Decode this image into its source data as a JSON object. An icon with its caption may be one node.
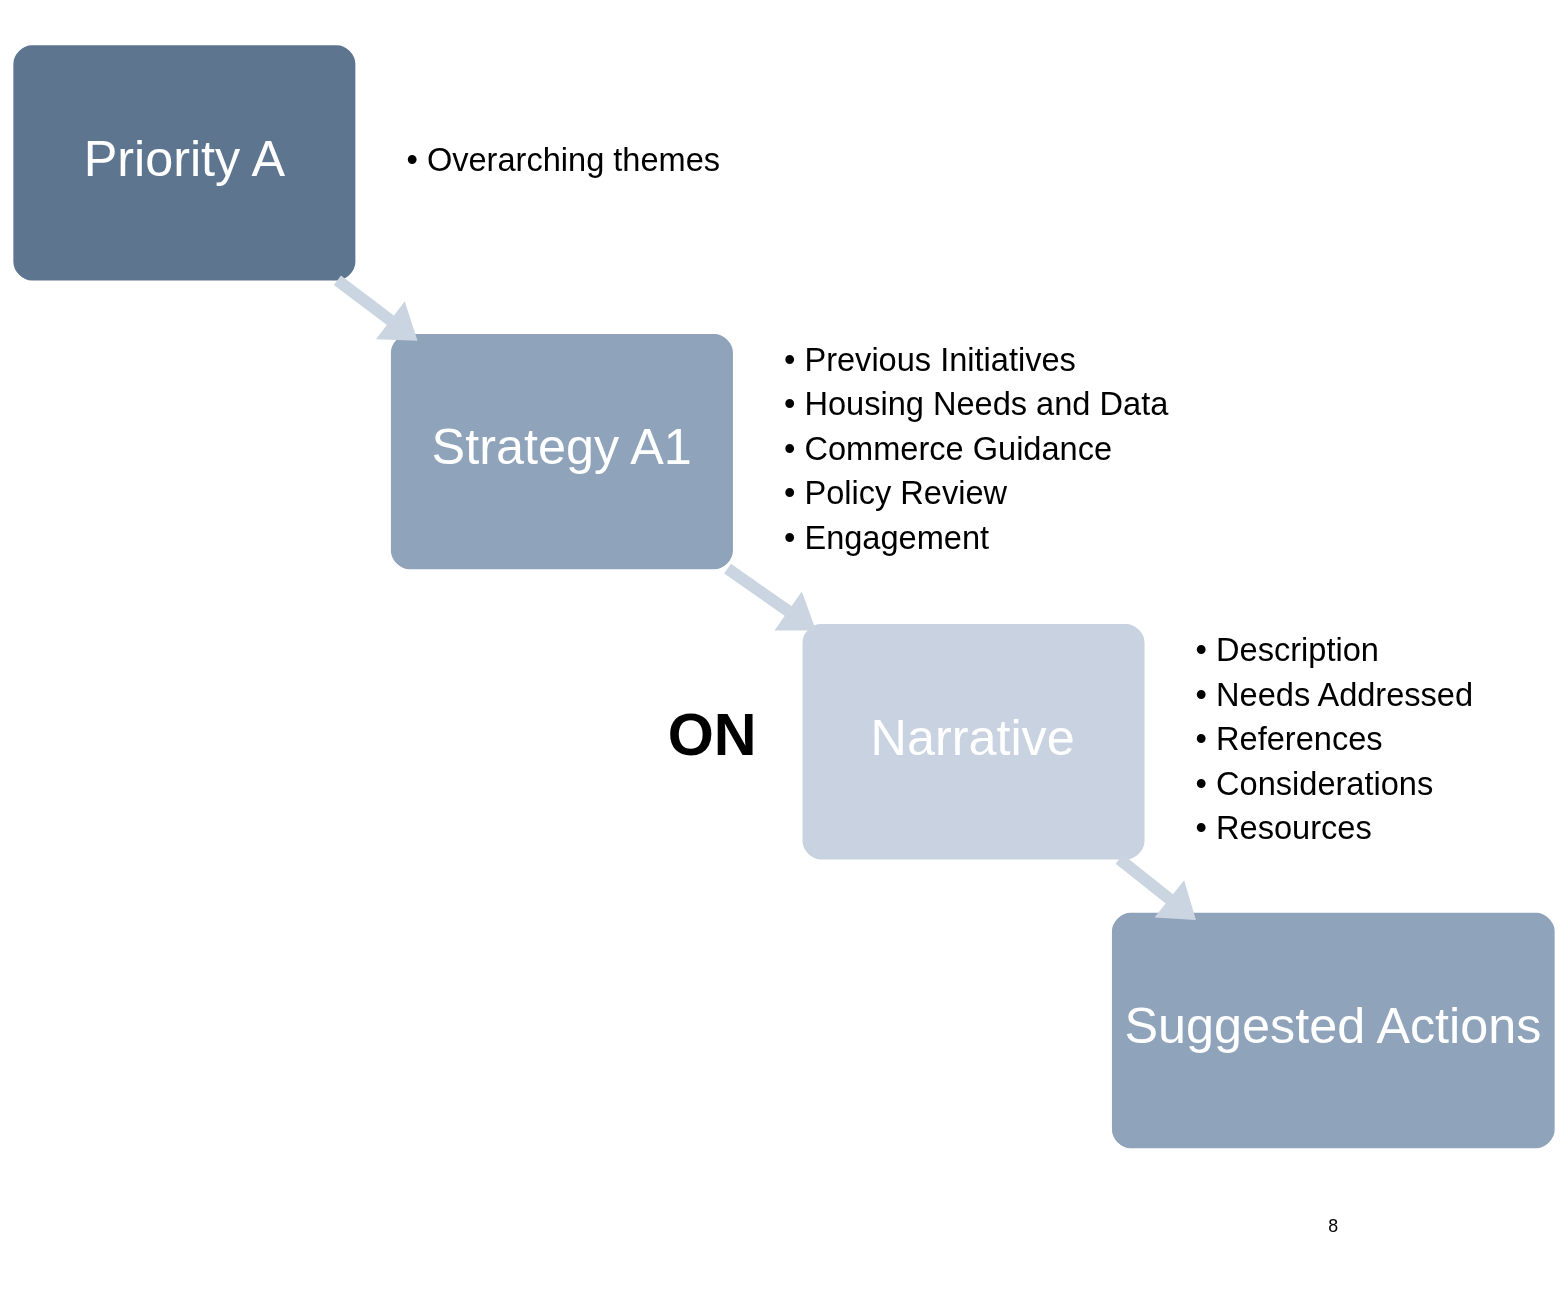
{
  "diagram": {
    "nodes": [
      {
        "text": [
          "Priority A"
        ],
        "beside": [
          "• Overarching themes"
        ]
      },
      {
        "text": [
          "Strategy A1"
        ],
        "beside": [
          "• Previous Initiatives",
          "• Housing Needs and Data",
          "• Commerce Guidance",
          "• Policy Review",
          "• Engagement"
        ]
      },
      {
        "text": [
          "Narrative"
        ],
        "beside": [
          "• Description",
          "• Needs Addressed",
          "• References",
          "• Considerations",
          "• Resources"
        ]
      },
      {
        "text": [
          "Suggested Actions"
        ]
      }
    ],
    "edges": [
      {
        "from": 0,
        "to": 1,
        "arrow": "to"
      },
      {
        "from": 1,
        "to": 2,
        "arrow": "to"
      },
      {
        "from": 2,
        "to": 3,
        "arrow": "to"
      }
    ],
    "labels": [
      "ON",
      "8"
    ]
  }
}
